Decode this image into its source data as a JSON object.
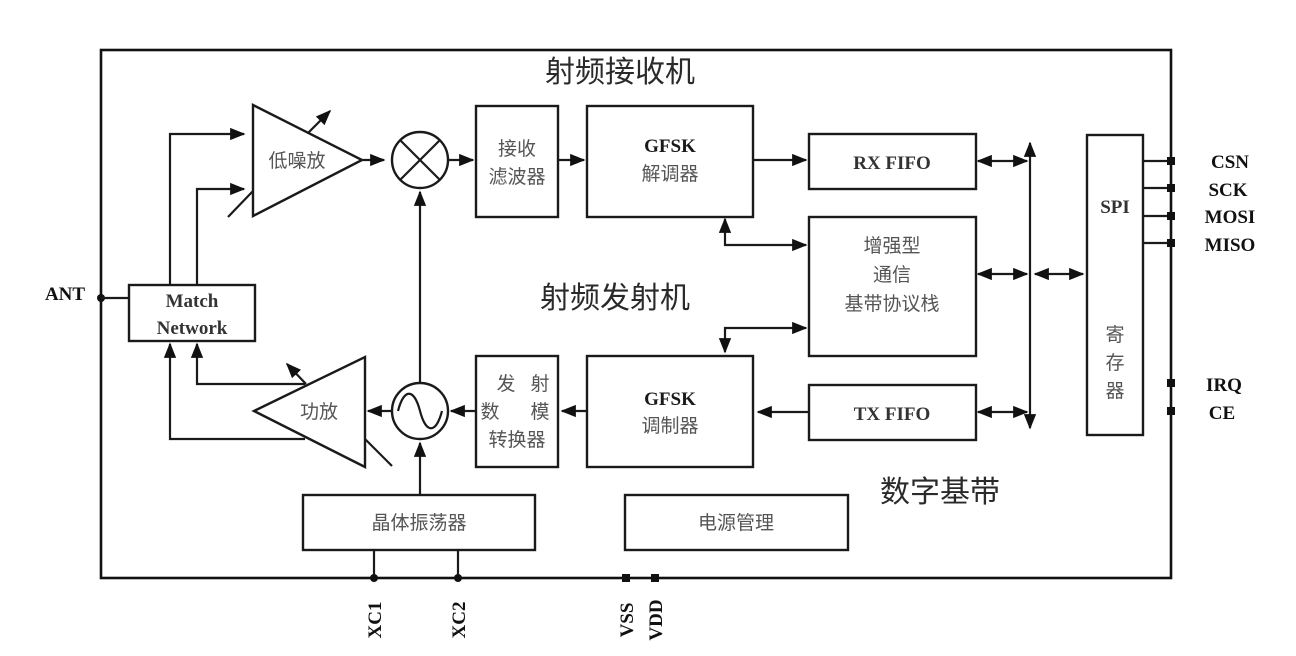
{
  "diagram": {
    "title": "RF transceiver block diagram",
    "sections": {
      "rf_receiver": "射频接收机",
      "rf_transmitter": "射频发射机",
      "digital_baseband": "数字基带"
    },
    "blocks": {
      "lna": "低噪放",
      "pa": "功放",
      "match_network_line1": "Match",
      "match_network_line2": "Network",
      "rx_filter_line1": "接收",
      "rx_filter_line2": "滤波器",
      "gfsk_demod_line1": "GFSK",
      "gfsk_demod_line2": "解调器",
      "gfsk_mod_line1": "GFSK",
      "gfsk_mod_line2": "调制器",
      "tx_dac_line1a": "发",
      "tx_dac_line1b": "射",
      "tx_dac_line2a": "数",
      "tx_dac_line2b": "模",
      "tx_dac_line3": "转换器",
      "rx_fifo": "RX FIFO",
      "tx_fifo": "TX FIFO",
      "protocol_line1": "增强型",
      "protocol_line2": "通信",
      "protocol_line3": "基带协议栈",
      "spi": "SPI",
      "register_1": "寄",
      "register_2": "存",
      "register_3": "器",
      "crystal_osc": "晶体振荡器",
      "power_mgmt": "电源管理"
    },
    "symbols": {
      "mixer": "mixer-icon",
      "oscillator": "sine-oscillator-icon"
    },
    "pins": {
      "ant": "ANT",
      "csn": "CSN",
      "sck": "SCK",
      "mosi": "MOSI",
      "miso": "MISO",
      "irq": "IRQ",
      "ce": "CE",
      "xc1": "XC1",
      "xc2": "XC2",
      "vss": "VSS",
      "vdd": "VDD"
    }
  }
}
